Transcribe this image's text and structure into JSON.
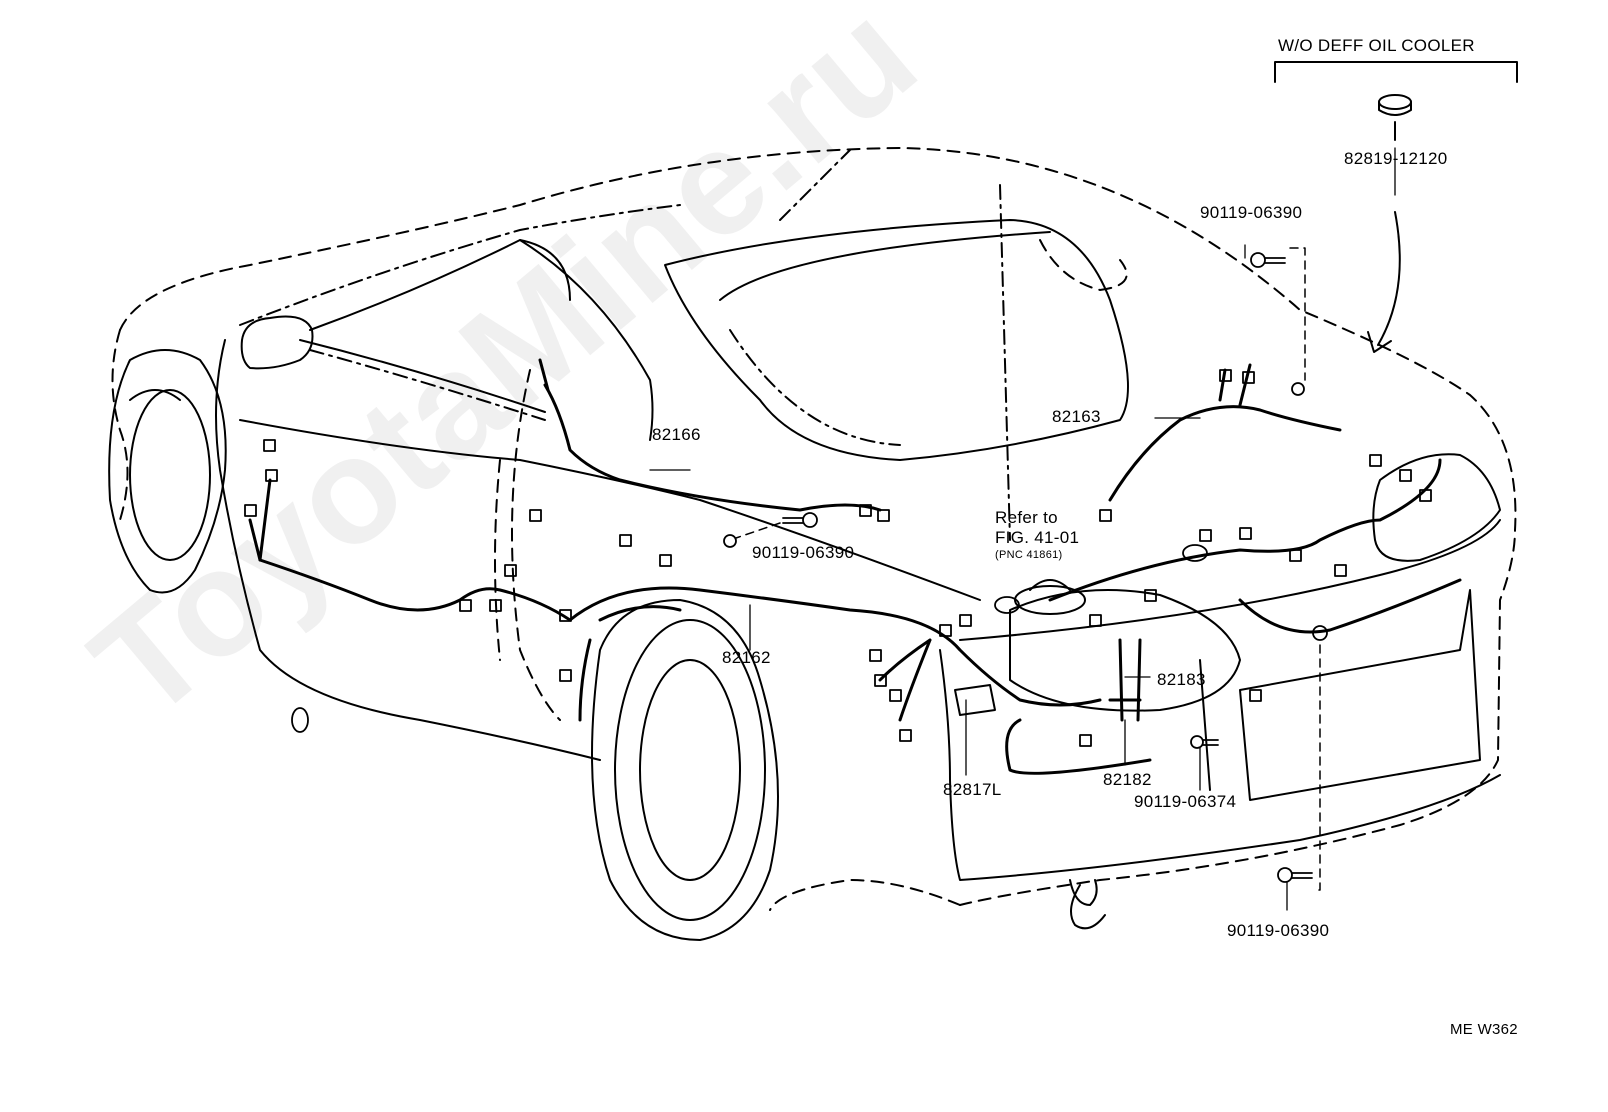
{
  "watermark": "ToyotaMine.ru",
  "header": {
    "variant": "W/O DEFF OIL COOLER"
  },
  "callouts": {
    "plug": "82819-12120",
    "bolt_top": "90119-06390",
    "wire_82163": "82163",
    "wire_82166": "82166",
    "bolt_mid": "90119-06390",
    "refer_line1": "Refer to",
    "refer_line2": "FIG. 41-01",
    "refer_line3": "(PNC 41861)",
    "wire_82162": "82162",
    "wire_82183": "82183",
    "wire_82182": "82182",
    "bolt_lower": "90119-06374",
    "bracket_82817L": "82817L",
    "bolt_bottom": "90119-06390"
  },
  "figure_code": "ME W362",
  "colors": {
    "ink": "#000000",
    "paper": "#ffffff"
  }
}
